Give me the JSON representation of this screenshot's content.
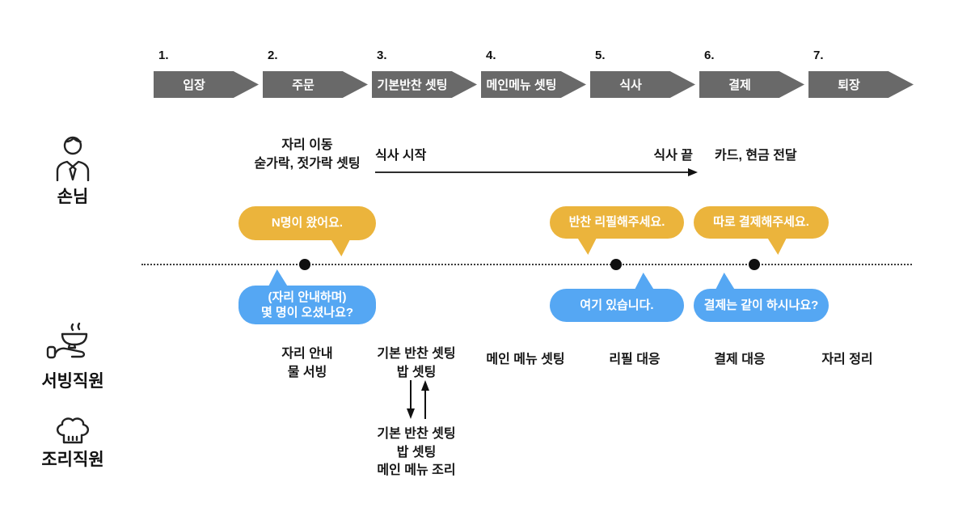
{
  "colors": {
    "step_gray": "#696969",
    "bubble_yellow": "#EBB43C",
    "bubble_blue": "#55A7F3",
    "text_dark": "#1a1a1a"
  },
  "steps": [
    {
      "number": "1.",
      "label": "입장"
    },
    {
      "number": "2.",
      "label": "주문"
    },
    {
      "number": "3.",
      "label": "기본반찬 셋팅"
    },
    {
      "number": "4.",
      "label": "메인메뉴 셋팅"
    },
    {
      "number": "5.",
      "label": "식사"
    },
    {
      "number": "6.",
      "label": "결제"
    },
    {
      "number": "7.",
      "label": "퇴장"
    }
  ],
  "actors": {
    "customer": {
      "label": "손님",
      "icon": "customer-icon"
    },
    "server": {
      "label": "서빙직원",
      "icon": "serving-hand-icon"
    },
    "cook": {
      "label": "조리직원",
      "icon": "chef-hat-icon"
    }
  },
  "customer_lane": {
    "seat_note": "자리 이동\n숟가락, 젓가락 셋팅",
    "meal_start": "식사 시작",
    "meal_end": "식사 끝",
    "payment_note": "카드, 현금 전달"
  },
  "speech": {
    "customer": [
      {
        "text": "N명이 왔어요."
      },
      {
        "text": "반찬 리필해주세요."
      },
      {
        "text": "따로 결제해주세요."
      }
    ],
    "staff": [
      {
        "text": "(자리 안내하며)\n몇 명이 오셨나요?"
      },
      {
        "text": "여기 있습니다."
      },
      {
        "text": "결제는 같이 하시나요?"
      }
    ]
  },
  "server_lane": {
    "tasks": [
      "자리 안내\n물 서빙",
      "기본 반찬 셋팅\n밥 셋팅",
      "메인 메뉴 셋팅",
      "리필 대응",
      "결제 대응",
      "자리 정리"
    ]
  },
  "cook_lane": {
    "tasks": [
      "기본 반찬 셋팅\n밥 셋팅\n메인 메뉴 조리"
    ]
  }
}
